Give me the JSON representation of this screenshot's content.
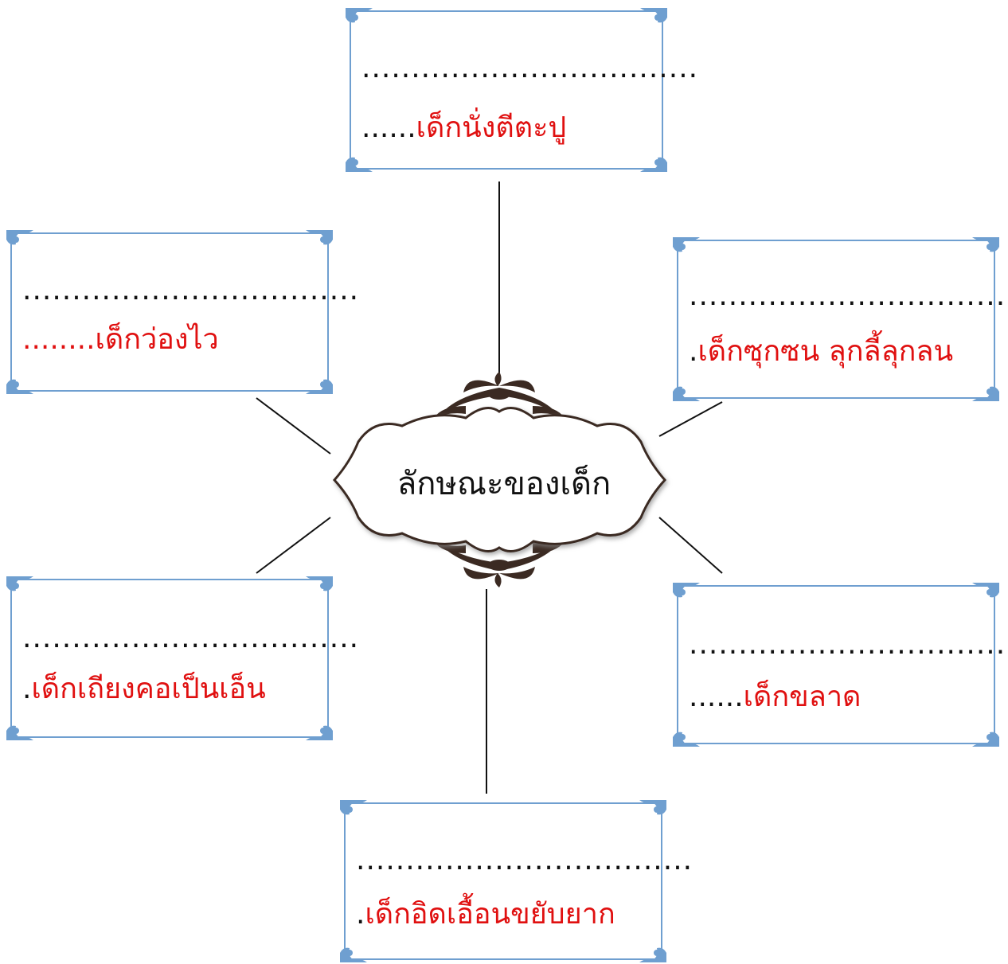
{
  "center": {
    "title": "ลักษณะของเด็ก"
  },
  "boxes": [
    {
      "id": "top",
      "line1": "..................................",
      "dots": "......",
      "answer": "เด็กนั่งตีตะปู"
    },
    {
      "id": "left-upper",
      "line1": "..................................",
      "dots": "",
      "answer": "........เด็กว่องไว"
    },
    {
      "id": "right-upper",
      "line1": "..................................",
      "dots": ".",
      "answer": "เด็กซุกซน ลุกลี้ลุกลน"
    },
    {
      "id": "left-lower",
      "line1": "..................................",
      "dots": ".",
      "answer": "เด็กเถียงคอเป็นเอ็น"
    },
    {
      "id": "right-lower",
      "line1": "..................................",
      "dots": "......",
      "answer": "เด็กขลาด"
    },
    {
      "id": "bottom",
      "line1": "..................................",
      "dots": ".",
      "answer": "เด็กอิดเอื้อนขยับยาก"
    }
  ],
  "colors": {
    "answer": "#e01010",
    "frame": "#6f9fd0",
    "ornament": "#3b2a22"
  }
}
